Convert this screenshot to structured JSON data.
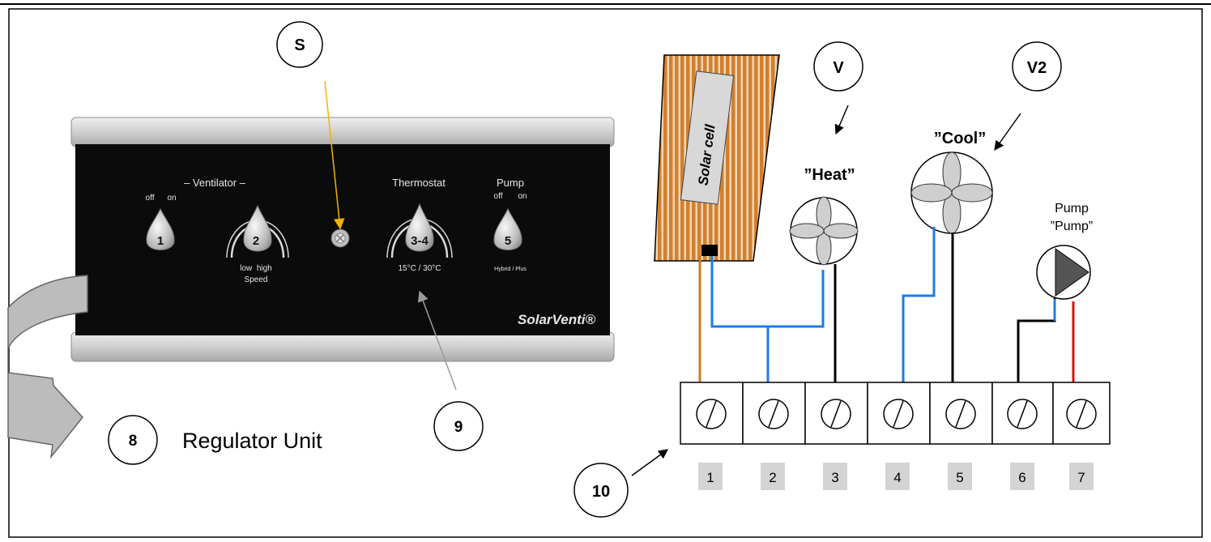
{
  "callouts": {
    "s": "S",
    "v": "V",
    "v2": "V2",
    "c8": "8",
    "c9": "9",
    "c10": "10"
  },
  "regulator_unit_label": "Regulator Unit",
  "panel": {
    "ventilator_title": "– Ventilator –",
    "off": "off",
    "on": "on",
    "knob1": "1",
    "knob2": "2",
    "knob2_low_high": "low  high",
    "knob2_speed": "Speed",
    "thermostat_title": "Thermostat",
    "knob34": "3-4",
    "thermostat_range": "15°C / 30°C",
    "pump_title": "Pump",
    "pump_off": "off",
    "pump_on": "on",
    "knob5": "5",
    "pump_mode": "Hybrid / Plus",
    "brand": "SolarVenti®"
  },
  "wiring": {
    "solar_cell_label": "Solar cell",
    "heat_label": "”Heat”",
    "cool_label": "”Cool”",
    "pump_label_1": "Pump",
    "pump_label_2": "”Pump”",
    "terminal_numbers": [
      "1",
      "2",
      "3",
      "4",
      "5",
      "6",
      "7"
    ]
  },
  "colors": {
    "solar_wire": "#c87a2a",
    "blue_wire": "#1e7be6",
    "black_wire": "#000000",
    "red_wire": "#e01010",
    "pointer_yellow": "#f0b400",
    "panel_face": "#0b0b0b",
    "terminal_number_bg": "#d4d4d4"
  }
}
